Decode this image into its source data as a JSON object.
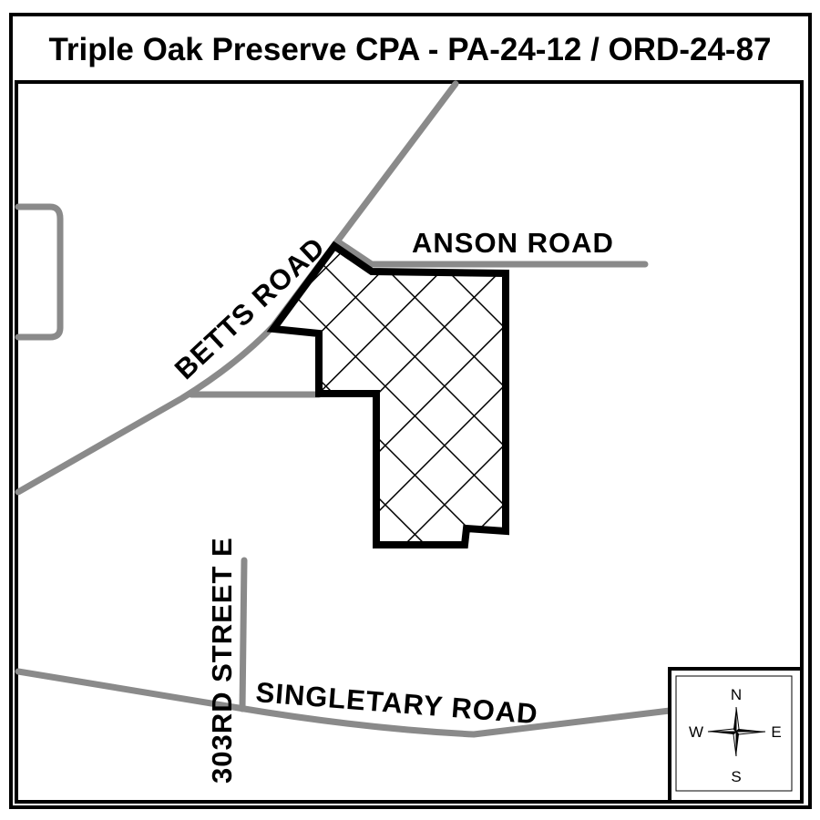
{
  "title": "Triple Oak Preserve CPA - PA-24-12 / ORD-24-87",
  "roads": {
    "anson": "ANSON ROAD",
    "betts": "BETTS ROAD",
    "street303": "303RD STREET E",
    "singletary": "SINGLETARY ROAD"
  },
  "compass": {
    "n": "N",
    "s": "S",
    "e": "E",
    "w": "W"
  },
  "colors": {
    "road": "#8a8a8a",
    "parcel": "#000000"
  }
}
